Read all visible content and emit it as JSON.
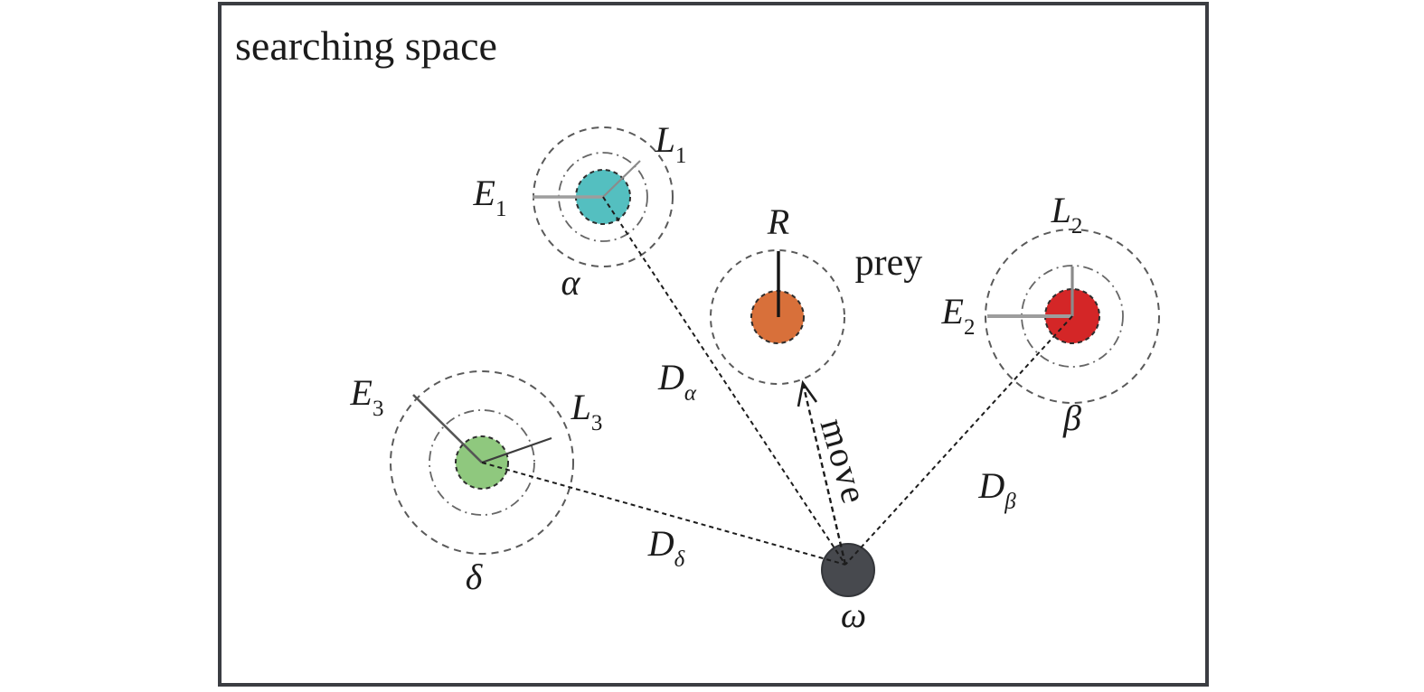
{
  "title": "searching space",
  "colors": {
    "alpha": "#54bfc0",
    "beta": "#d42627",
    "delta": "#8fc87e",
    "prey": "#d8703a",
    "omega": "#47494e",
    "border": "#3b3d42"
  },
  "alpha": {
    "outer_label": {
      "main": "L",
      "sub": "1"
    },
    "enc_label": {
      "main": "E",
      "sub": "1"
    },
    "greek": "α",
    "dist_label": {
      "main": "D",
      "sub": "α"
    }
  },
  "beta": {
    "outer_label": {
      "main": "L",
      "sub": "2"
    },
    "enc_label": {
      "main": "E",
      "sub": "2"
    },
    "greek": "β",
    "dist_label": {
      "main": "D",
      "sub": "β"
    }
  },
  "delta": {
    "outer_label": {
      "main": "L",
      "sub": "3"
    },
    "enc_label": {
      "main": "E",
      "sub": "3"
    },
    "greek": "δ",
    "dist_label": {
      "main": "D",
      "sub": "δ"
    }
  },
  "prey": {
    "radius_label": "R",
    "name_label": "prey"
  },
  "omega": {
    "greek": "ω"
  },
  "move_label": "move"
}
